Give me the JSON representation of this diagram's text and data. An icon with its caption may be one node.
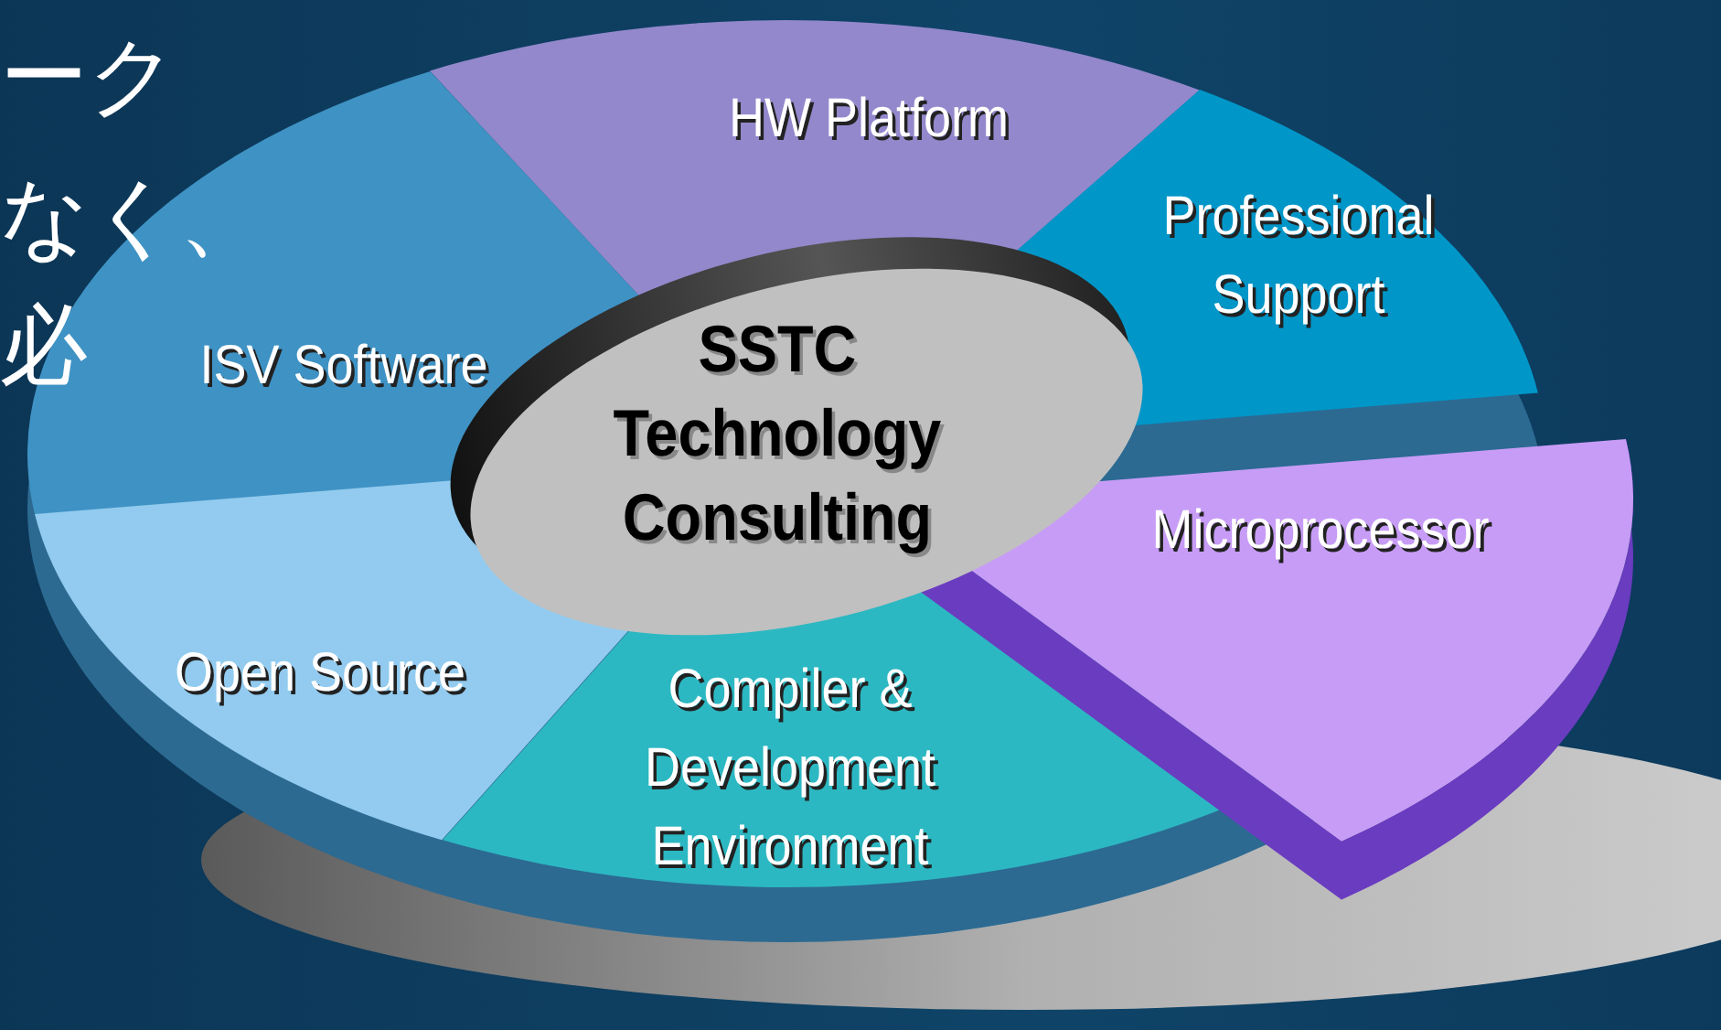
{
  "diagram": {
    "nodes": [
      {
        "text": [
          "HW Platform"
        ]
      },
      {
        "text": [
          "Professional Support"
        ]
      },
      {
        "text": [
          "ISV Software"
        ]
      },
      {
        "text": [
          "SSTC Technology Consulting"
        ]
      },
      {
        "text": [
          "Microprocessor"
        ]
      },
      {
        "text": [
          "Open Source"
        ]
      },
      {
        "text": [
          "Compiler & Development Environment"
        ]
      }
    ],
    "labels": [
      "ーク",
      "なく、",
      "必"
    ]
  }
}
